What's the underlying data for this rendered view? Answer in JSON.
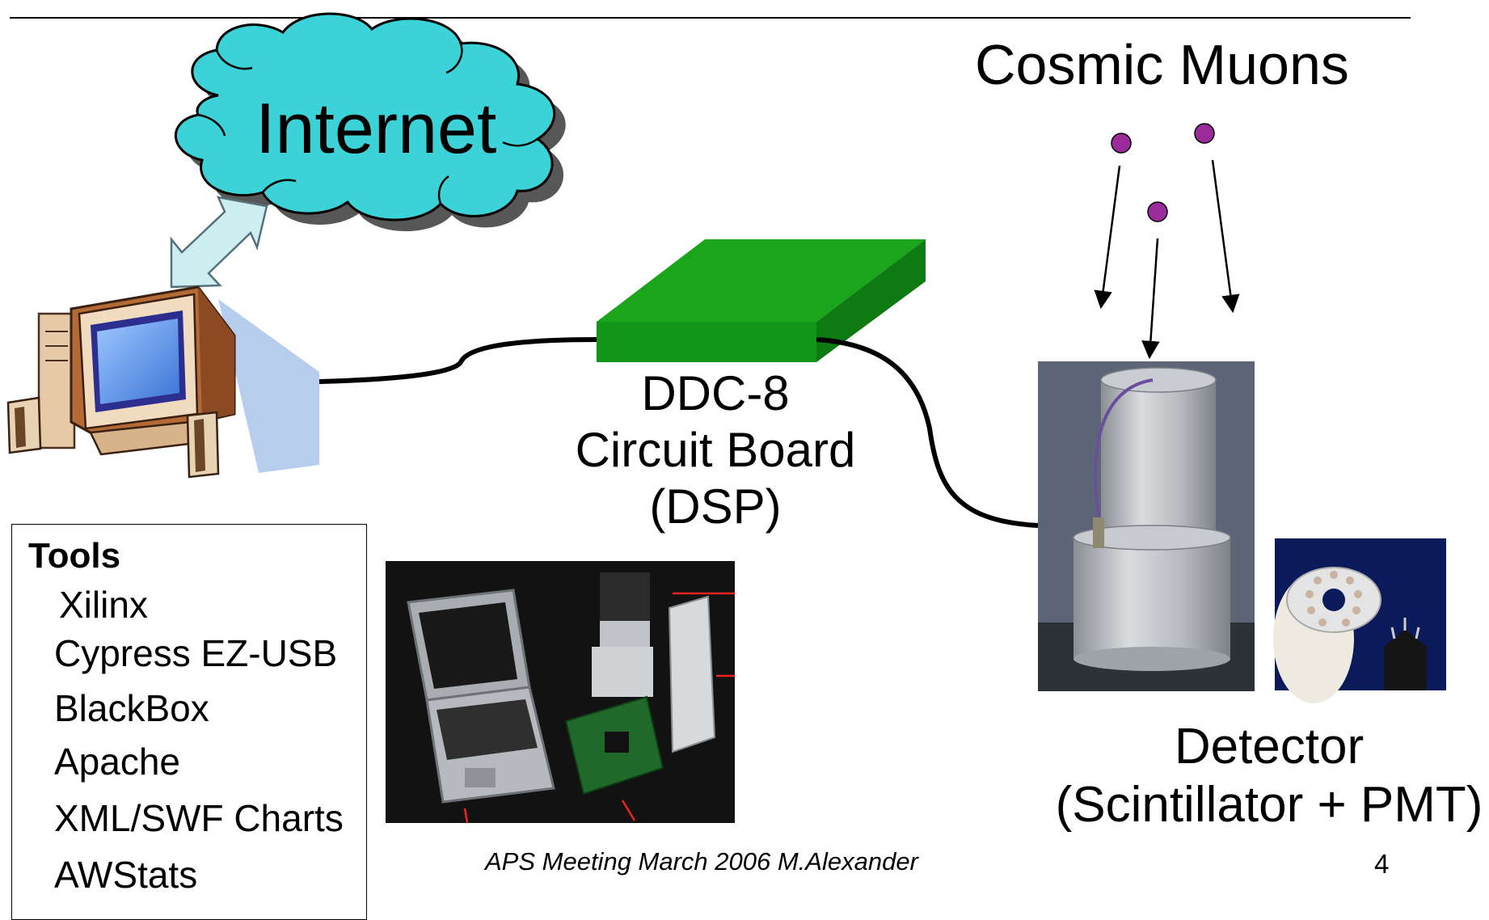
{
  "cloud": {
    "label": "Internet"
  },
  "muons": {
    "title": "Cosmic Muons"
  },
  "board": {
    "line1": "DDC-8",
    "line2": "Circuit Board",
    "line3": "(DSP)"
  },
  "detector": {
    "line1": "Detector",
    "line2": "(Scintillator + PMT)"
  },
  "tools": {
    "heading": "Tools",
    "items": [
      "Xilinx",
      "Cypress EZ-USB",
      "BlackBox",
      "Apache",
      "XML/SWF Charts",
      "AWStats"
    ]
  },
  "footer": {
    "credit": "APS Meeting March 2006 M.Alexander",
    "page_number": "4"
  },
  "colors": {
    "cloud": "#3bd3d8",
    "board_top": "#1aa51a",
    "board_front": "#11961a",
    "muon": "#9b2a9b",
    "arrow_fill": "#cdeef0"
  },
  "icons": [
    "internet-cloud-icon",
    "desktop-computer-icon",
    "circuit-board-icon",
    "muon-particle-icon",
    "bidirectional-arrow-icon"
  ]
}
